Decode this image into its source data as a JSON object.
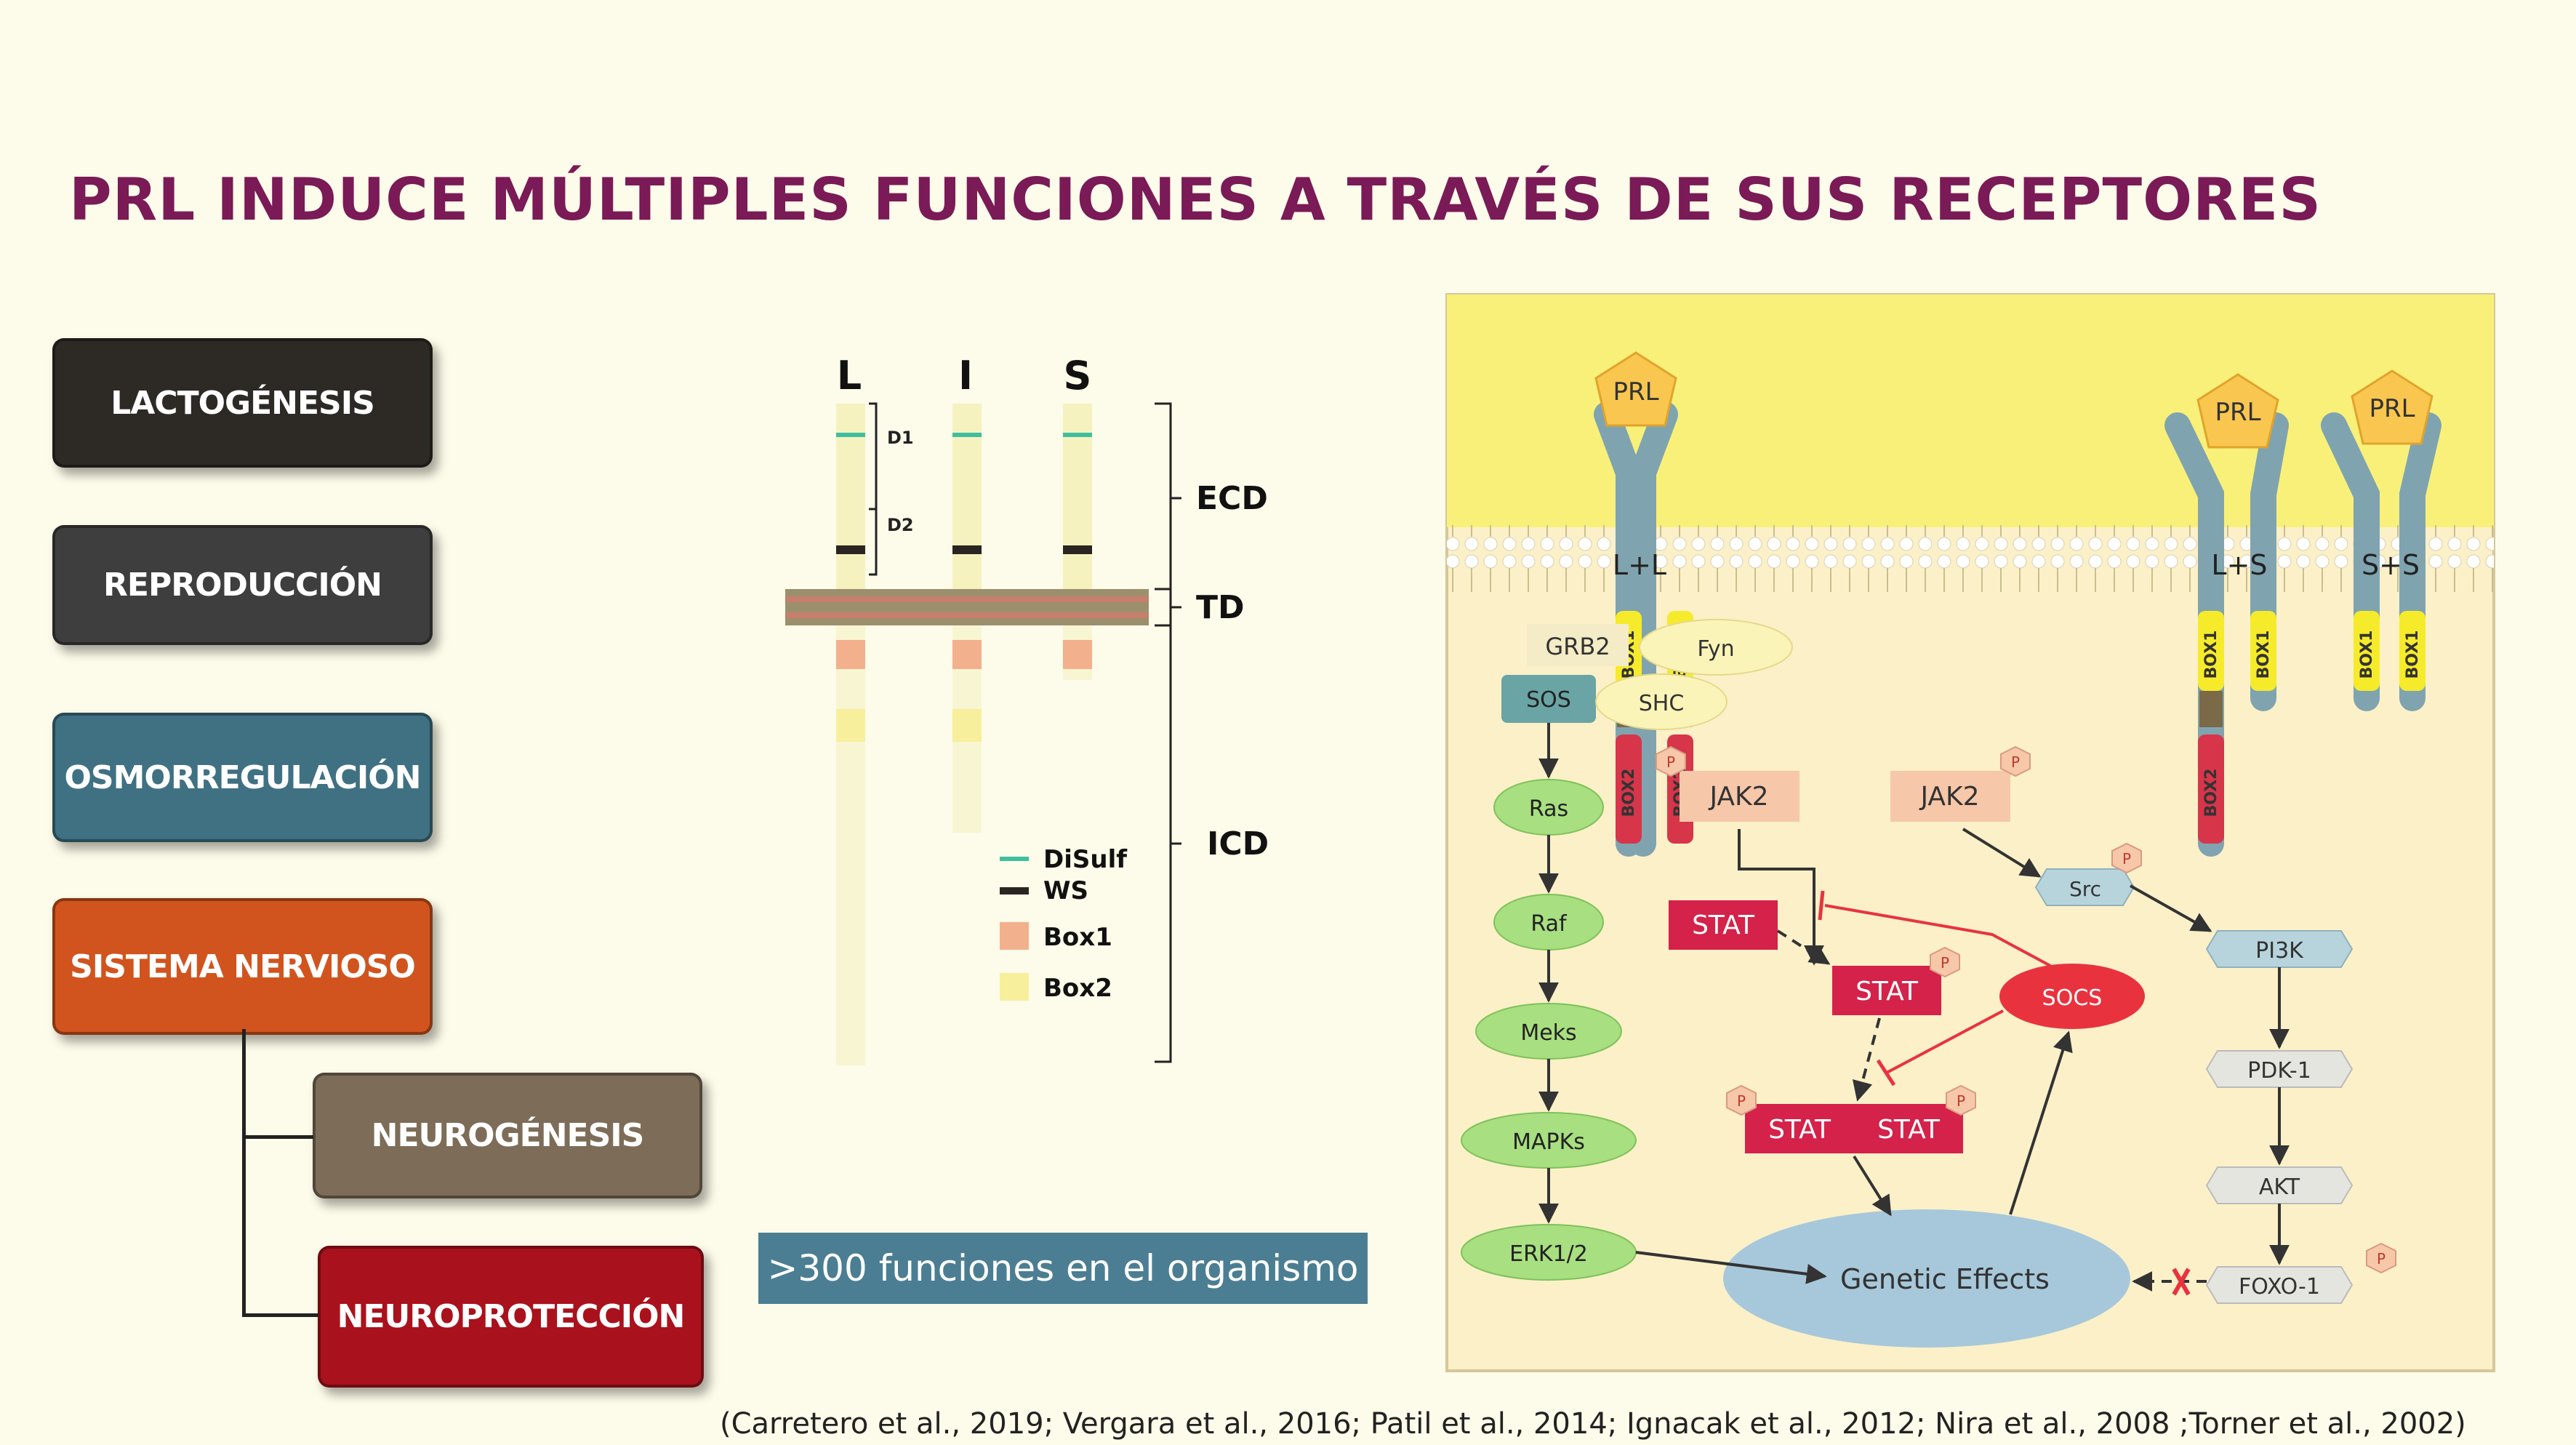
{
  "title": "PRL INDUCE MÚLTIPLES FUNCIONES A TRAVÉS DE SUS RECEPTORES",
  "functions": {
    "lactogenesis": "LACTOGÉNESIS",
    "reproduction": "REPRODUCCIÓN",
    "osmoregulation": "OSMORREGULACIÓN",
    "nervous_system": "SISTEMA NERVIOSO",
    "neurogenesis": "NEUROGÉNESIS",
    "neuroprotection": "NEUROPROTECCIÓN"
  },
  "colors": {
    "title": "#7a1a56",
    "lactogenesis": "#2d2a26",
    "reproduction": "#3e3e3e",
    "osmoregulation": "#3f7183",
    "nervous_system": "#d1541e",
    "neurogenesis": "#7d6d58",
    "neuroprotection": "#a9121c"
  },
  "isoforms": {
    "columns": [
      "L",
      "I",
      "S"
    ],
    "domain_labels": {
      "d1": "D1",
      "d2": "D2"
    },
    "regions": {
      "ecd": "ECD",
      "td": "TD",
      "icd": "ICD"
    },
    "legend": {
      "disulf": "DiSulf",
      "ws": "WS",
      "box1": "Box1",
      "box2": "Box2"
    }
  },
  "banner": ">300 funciones en el organismo",
  "pathway": {
    "prl": "PRL",
    "receptor_labels": {
      "ll": "L+L",
      "ls": "L+S",
      "ss": "S+S"
    },
    "box1": "BOX1",
    "box2": "BOX2",
    "phospho": "P",
    "nodes": {
      "grb2": "GRB2",
      "fyn": "Fyn",
      "sos": "SOS",
      "shc": "SHC",
      "jak2": "JAK2",
      "ras": "Ras",
      "raf": "Raf",
      "meks": "Meks",
      "mapks": "MAPKs",
      "erk": "ERK1/2",
      "stat": "STAT",
      "socs": "SOCS",
      "src": "Src",
      "pi3k": "PI3K",
      "pdk1": "PDK-1",
      "akt": "AKT",
      "foxo1": "FOXO-1",
      "genetic": "Genetic Effects"
    }
  },
  "citation": "(Carretero et al., 2019; Vergara et al., 2016; Patil et al., 2014; Ignacak et al., 2012; Nira et al., 2008 ;Torner et al., 2002)"
}
